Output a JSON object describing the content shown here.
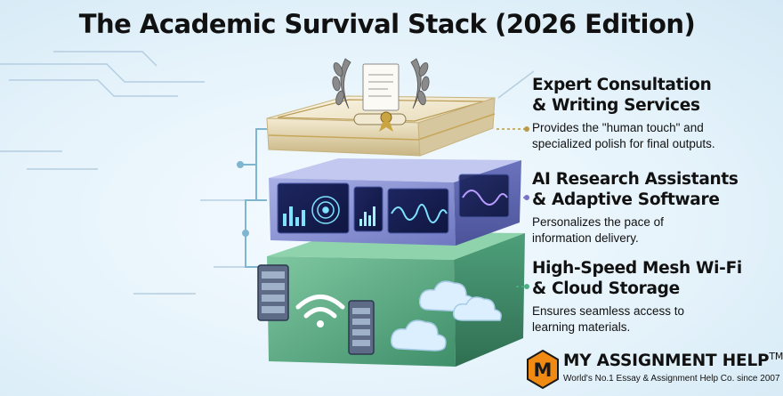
{
  "title": "The Academic Survival Stack (2026 Edition)",
  "layers": [
    {
      "title": "Expert Consultation & Writing Services",
      "title_lines": [
        "Expert Consultation",
        "& Writing Services"
      ],
      "description_lines": [
        "Provides the \"human touch\" and",
        "specialized polish for final outputs."
      ],
      "connector_color": "#b79a4a"
    },
    {
      "title": "AI Research Assistants & Adaptive Software",
      "title_lines": [
        "AI Research Assistants",
        "& Adaptive Software"
      ],
      "description_lines": [
        "Personalizes the pace of",
        "information delivery."
      ],
      "connector_color": "#7a72c9"
    },
    {
      "title": "High-Speed Mesh Wi-Fi & Cloud Storage",
      "title_lines": [
        "High-Speed Mesh Wi-Fi",
        "& Cloud Storage"
      ],
      "description_lines": [
        "Ensures seamless access to",
        "learning  materials."
      ],
      "connector_color": "#4fae86"
    }
  ],
  "logo": {
    "letter": "M",
    "brand": "MY ASSIGNMENT HELP",
    "trademark": "TM",
    "tagline": "World's No.1 Essay & Assignment Help Co. since 2007"
  },
  "colors": {
    "top_layer": "#e9dfc2",
    "middle_layer": "#7c84c9",
    "bottom_layer": "#4f9b78",
    "logo_orange": "#f08a12"
  }
}
